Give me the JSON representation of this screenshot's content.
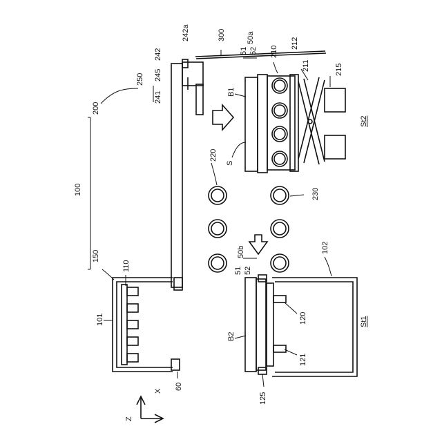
{
  "labels": {
    "l100": "100",
    "l101": "101",
    "l102": "102",
    "l110": "110",
    "l120": "120",
    "l121": "121",
    "l125": "125",
    "l150": "150",
    "l200": "200",
    "l210": "210",
    "l211": "211",
    "l212": "212",
    "l215": "215",
    "l220": "220",
    "l230": "230",
    "l241": "241",
    "l242": "242",
    "l242a": "242a",
    "l245": "245",
    "l250": "250",
    "l300": "300",
    "l50a": "50a",
    "l50b": "50b",
    "l51_top": "51",
    "l52_top": "52",
    "l51_bot": "51",
    "l52_bot": "52",
    "l60": "60",
    "lB1": "B1",
    "lB2": "B2",
    "lS": "S",
    "lSt1": "St1",
    "lSt2": "St2",
    "axisX": "X",
    "axisZ": "Z"
  }
}
